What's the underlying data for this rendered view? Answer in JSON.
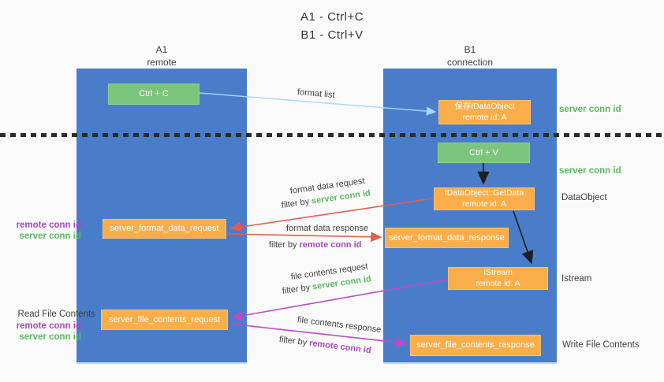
{
  "title": {
    "line1": "A1 - Ctrl+C",
    "line2": "B1 - Ctrl+V"
  },
  "columns": {
    "a": {
      "header_line1": "A1",
      "header_line2": "remote"
    },
    "b": {
      "header_line1": "B1",
      "header_line2": "connection"
    }
  },
  "nodes": {
    "ctrl_c": "Ctrl + C",
    "save_idataobject": {
      "line1": "保存IDataObject",
      "line2": "remote id: A"
    },
    "ctrl_v": "Ctrl + V",
    "getdata": {
      "line1": "IDataObject::GetData",
      "line2": "remote id: A"
    },
    "format_request": "server_format_data_request",
    "format_response": "server_format_data_response",
    "istream": {
      "line1": "IStream",
      "line2": "remote id: A"
    },
    "file_request": "server_file_contents_request",
    "file_response": "server_file_contents_response"
  },
  "side_labels": {
    "server_conn_id_top": "server conn id",
    "server_conn_id_mid": "server conn id",
    "dataobject": "DataObject",
    "istream": "Istream",
    "write_file_contents": "Write File Contents",
    "read_file_contents": "Read File Contents",
    "format_left": {
      "remote": "remote conn id",
      "server": "server conn id"
    },
    "file_left": {
      "remote": "remote conn id",
      "server": "server conn id"
    }
  },
  "edge_labels": {
    "format_list": "format list",
    "format_data_request": "format data request",
    "format_data_response": "format data response",
    "file_contents_request": "file contents request",
    "file_contents_response": "file contents response",
    "filter_by": "filter by ",
    "server_conn_id": "server conn id",
    "remote_conn_id": "remote conn id"
  },
  "colors": {
    "column_blue": "#4a7dc9",
    "node_green": "#7bc57d",
    "node_orange": "#f9ae49",
    "green_text": "#5cb860",
    "purple_text": "#ab47bc",
    "arrow_red": "#e85c50",
    "arrow_magenta": "#bb4bc4",
    "arrow_blue": "#a8d7f5",
    "arrow_black": "#1f1f1f"
  }
}
